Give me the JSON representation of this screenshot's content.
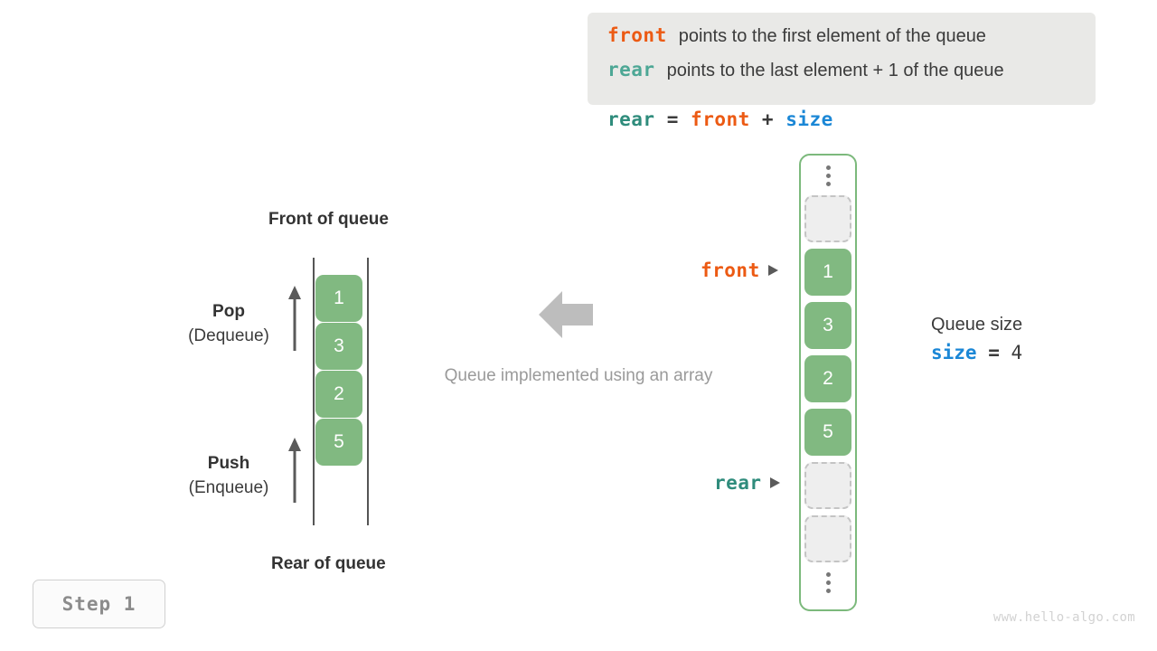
{
  "legend": {
    "lines": [
      {
        "keyword": "front",
        "text": "points to the first element of the queue"
      },
      {
        "keyword": "rear",
        "text": "points to the last element + 1 of the queue"
      }
    ]
  },
  "equation": {
    "lhs": "rear",
    "eq": "=",
    "rhs1": "front",
    "plus": "+",
    "rhs2": "size"
  },
  "left_diagram": {
    "top_label": "Front of queue",
    "bottom_label": "Rear of queue",
    "pop": {
      "title": "Pop",
      "subtitle": "(Dequeue)"
    },
    "push": {
      "title": "Push",
      "subtitle": "(Enqueue)"
    },
    "values": [
      "1",
      "3",
      "2",
      "5"
    ]
  },
  "center": {
    "caption": "Queue implemented using an array",
    "arrow_direction": "left"
  },
  "array_diagram": {
    "top_ellipsis": "⋮",
    "bottom_ellipsis": "⋮",
    "cells": [
      {
        "value": "",
        "empty": true
      },
      {
        "value": "1",
        "empty": false
      },
      {
        "value": "3",
        "empty": false
      },
      {
        "value": "2",
        "empty": false
      },
      {
        "value": "5",
        "empty": false
      },
      {
        "value": "",
        "empty": true
      },
      {
        "value": "",
        "empty": true
      }
    ],
    "pointers": {
      "front": "front",
      "rear": "rear"
    }
  },
  "size_annotation": {
    "caption": "Queue size",
    "name": "size",
    "eq": "=",
    "value": "4"
  },
  "step_badge": "Step 1",
  "watermark": "www.hello-algo.com",
  "colors": {
    "front": "#ec5a13",
    "rear": "#2f8c7c",
    "size": "#1b87d6",
    "cell_fill": "#81b981",
    "container_border": "#7cb97c",
    "legend_bg": "#e9e9e7",
    "muted_text": "#9a9a9a"
  }
}
